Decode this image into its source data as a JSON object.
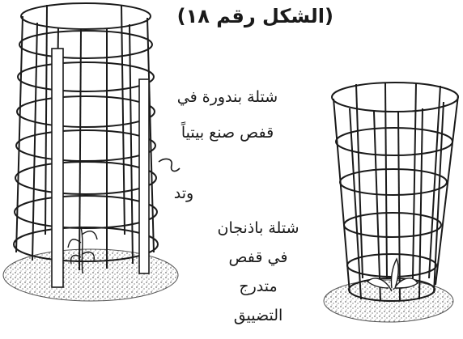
{
  "figure": {
    "title": "(الشكل رقم ١٨)",
    "tomato_cage_label": [
      "شتلة بندورة في",
      "قفص صنع بيتياً"
    ],
    "stake_label": "وتد",
    "eggplant_cage_label": [
      "شتلة باذنجان",
      "في قفص",
      "متدرج",
      "التضييق"
    ]
  },
  "colors": {
    "ink": "#1a1a1a",
    "background": "#ffffff"
  },
  "icons": [
    "tomato-cage-illustration",
    "eggplant-cage-illustration",
    "plant-icon",
    "stake-icon",
    "wire-tie-icon"
  ]
}
